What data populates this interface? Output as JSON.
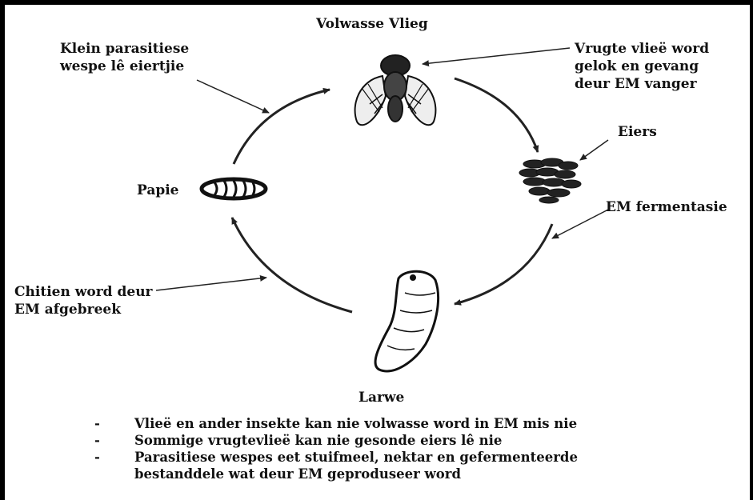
{
  "labels": {
    "adult_fly": "Volwasse Vlieg",
    "wasp_line1": "Klein parasitiese",
    "wasp_line2": "wespe lê eiertjie",
    "fruitfly_line1": "Vrugte vlieë word",
    "fruitfly_line2": "gelok en gevang",
    "fruitfly_line3": "deur EM vanger",
    "eggs": "Eiers",
    "fermentation": "EM fermentasie",
    "pupa": "Papie",
    "chitin_line1": "Chitien word deur",
    "chitin_line2": "EM afgebreek",
    "larva": "Larwe"
  },
  "notes": [
    {
      "dash": "-",
      "lines": [
        "Vlieë en ander insekte kan nie volwasse word in EM mis nie"
      ]
    },
    {
      "dash": "-",
      "lines": [
        "Sommige vrugtevlieë kan nie gesonde eiers lê nie"
      ]
    },
    {
      "dash": "-",
      "lines": [
        "Parasitiese wespes eet stuifmeel, nektar en gefermenteerde",
        "bestanddele wat deur EM geproduseer word"
      ]
    }
  ],
  "icons": {
    "adult": "fly-icon",
    "eggs": "egg-cluster-icon",
    "larva": "larva-icon",
    "pupa": "pupa-icon"
  }
}
